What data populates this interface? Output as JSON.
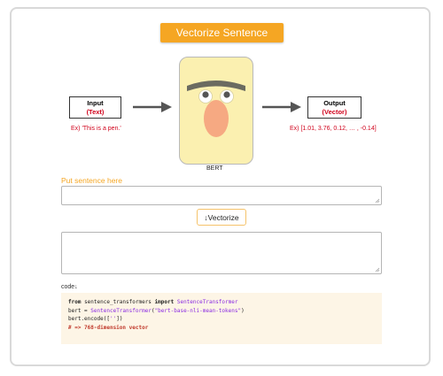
{
  "header": {
    "title_button": "Vectorize Sentence"
  },
  "diagram": {
    "input_title": "Input",
    "input_sub": "(Text)",
    "input_example": "Ex) 'This is a pen.'",
    "output_title": "Output",
    "output_sub": "(Vector)",
    "output_example": "Ex) [1.01, 3.76, 0.12, … , -0.14]",
    "model_caption": "BERT"
  },
  "form": {
    "sentence_label": "Put sentence here",
    "sentence_value": "",
    "vectorize_button": "↓Vectorize",
    "output_value": ""
  },
  "code": {
    "label": "code↓",
    "line1_kw1": "from",
    "line1_mod": " sentence_transformers ",
    "line1_kw2": "import",
    "line1_cls": " SentenceTransformer",
    "line2_pre": "bert = ",
    "line2_cls": "SentenceTransformer",
    "line2_open": "(",
    "line2_str": "\"bert-base-nli-mean-tokens\"",
    "line2_close": ")",
    "line3_pre": "bert.encode([",
    "line3_str": "''",
    "line3_post": "])",
    "line4": "# => 768-dimension vector"
  },
  "colors": {
    "accent": "#f5a623",
    "highlight": "#d0021b",
    "card": "#fbf0b0",
    "code_bg": "#fdf5e6"
  }
}
